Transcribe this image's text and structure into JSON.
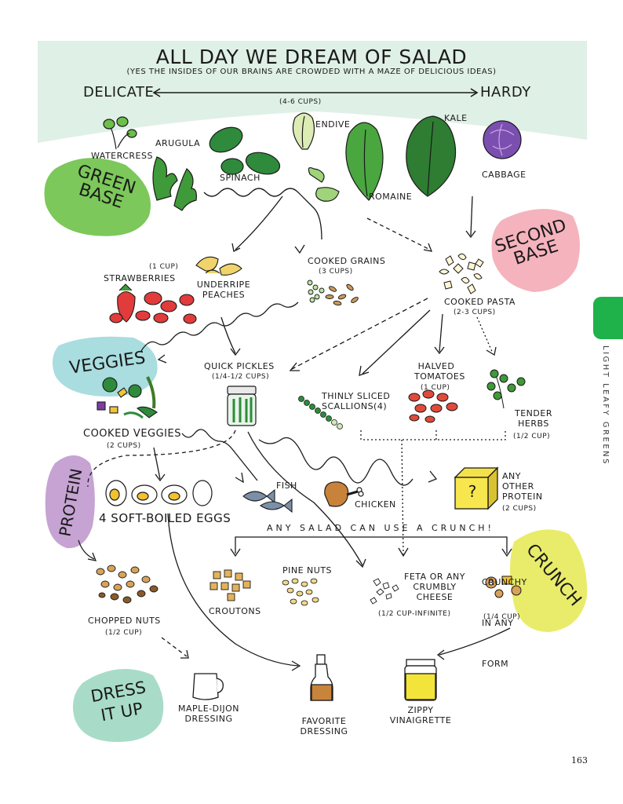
{
  "header": {
    "title": "ALL DAY WE DREAM OF SALAD",
    "subtitle": "(YES THE INSIDES OF OUR BRAINS ARE CROWDED WITH A MAZE OF DELICIOUS IDEAS)",
    "scale_left": "DELICATE",
    "scale_right": "HARDY",
    "amount": "(4-6 CUPS)"
  },
  "sections": {
    "green_base": "GREEN BASE",
    "second_base": "SECOND BASE",
    "veggies": "VEGGIES",
    "protein": "PROTEIN",
    "crunch": "CRUNCH",
    "dress_it_up": "DRESS IT UP"
  },
  "greens": {
    "watercress": "WATERCRESS",
    "arugula": "ARUGULA",
    "spinach": "SPINACH",
    "endive": "ENDIVE",
    "romaine": "ROMAINE",
    "kale": "KALE",
    "cabbage": "CABBAGE"
  },
  "fruit": {
    "amount": "(1 CUP)",
    "strawberries": "STRAWBERRIES",
    "peaches": "UNDERRIPE PEACHES"
  },
  "grains": {
    "name": "COOKED GRAINS",
    "amount": "(3 CUPS)"
  },
  "pasta": {
    "name": "COOKED PASTA",
    "amount": "(2-3 CUPS)"
  },
  "veg_items": {
    "pickles": "QUICK PICKLES",
    "pickles_amount": "(1/4-1/2 CUPS)",
    "tomatoes": "HALVED TOMATOES",
    "tomatoes_amount": "(1 CUP)",
    "scallions": "THINLY SLICED SCALLIONS(4)",
    "herbs": "TENDER HERBS",
    "herbs_amount": "(1/2 CUP)",
    "cooked_veggies": "COOKED VEGGIES",
    "cooked_veggies_amount": "(2 CUPS)"
  },
  "protein_items": {
    "eggs": "4 SOFT-BOILED EGGS",
    "fish": "FISH",
    "chicken": "CHICKEN",
    "other": "ANY OTHER PROTEIN",
    "other_amount": "(2 CUPS)",
    "mystery": "?"
  },
  "crunch_items": {
    "banner": "ANY SALAD CAN USE A CRUNCH!",
    "nuts": "CHOPPED NUTS",
    "nuts_amount": "(1/2 CUP)",
    "croutons": "CROUTONS",
    "pine_nuts": "PINE NUTS",
    "feta": "FETA OR ANY CRUMBLY CHEESE",
    "feta_amount": "(1/2 CUP-INFINITE)",
    "crunchy": "CRUNCHY IN ANY FORM",
    "crunchy_amount": "(1/4 CUP)"
  },
  "dressings": {
    "maple": "MAPLE-DIJON DRESSING",
    "favorite": "FAVORITE DRESSING",
    "zippy": "ZIPPY VINAIGRETTE"
  },
  "page": {
    "side_label": "LIGHT LEAFY GREENS",
    "number": "163"
  },
  "colors": {
    "header_band": "#dff0e6",
    "green_blob": "#7cc85a",
    "pink_blob": "#f5b3bd",
    "blue_blob": "#a9dde0",
    "purple_blob": "#c6a3d3",
    "yellow_blob": "#e9ec6a",
    "teal_blob": "#a8dcc8",
    "tab": "#1fb24a"
  }
}
